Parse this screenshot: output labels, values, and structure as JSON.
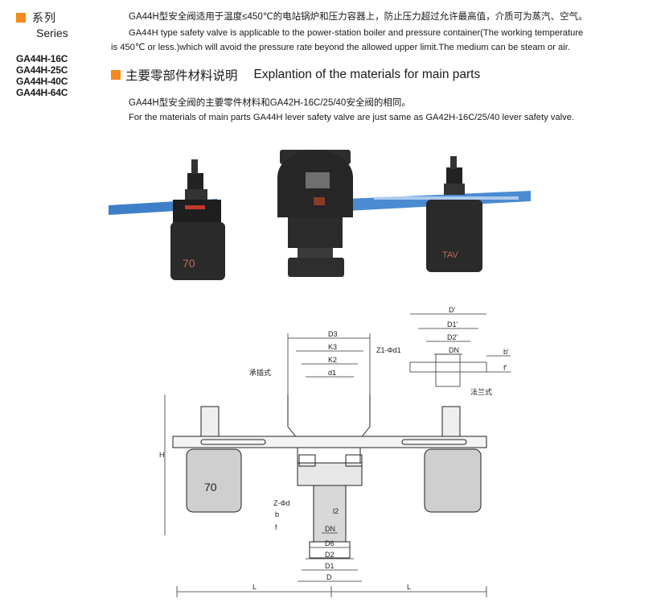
{
  "series": {
    "label_zh": "系列",
    "label_en": "Series",
    "accent_color": "#f28a1c",
    "models": [
      "GA44H-16C",
      "GA44H-25C",
      "GA44H-40C",
      "GA44H-64C"
    ]
  },
  "intro": {
    "line_zh": "GA44H型安全阀适用于温度≤450℃的电站锅炉和压力容器上，防止压力超过允许最高值，介质可为蒸汽、空气。",
    "line_en_1": "GA44H type safety valve is applicable to the power-station boiler and pressure container(The working temperature",
    "line_en_2": "is 450℃ or less.)which will avoid the pressure rate beyond the allowed upper limit.The medium can be steam or air."
  },
  "materials": {
    "heading_zh": "主要零部件材料说明",
    "heading_en": "Explantion of the materials for main parts",
    "line_zh": "GA44H型安全阀的主要零件材料和GA42H-16C/25/40安全阀的相同。",
    "line_en": "For the materials of main parts GA44H lever safety valve are just same as GA42H-16C/25/40 lever safety valve."
  },
  "photo": {
    "left_weight_label": "70",
    "right_weight_label": "TAV",
    "colors": {
      "lever": "#3f7fc8",
      "body": "#252525"
    }
  },
  "drawing": {
    "labels": {
      "d3": "D3",
      "k3": "K3",
      "k2": "K2",
      "d1_small": "d1",
      "socket_type": "承插式",
      "flange_type": "法兰式",
      "d_prime": "D'",
      "d1_prime": "D1'",
      "d2_prime": "D2'",
      "dn_top": "DN",
      "z1_phi_d1": "Z1-Φd1",
      "b_prime": "b'",
      "f_prime": "f'",
      "h": "H",
      "weight_label": "70",
      "z_phi_d": "Z-Φd",
      "b": "b",
      "f": "f",
      "l2": "l2",
      "dn_bottom": "DN",
      "d6": "D6",
      "d2": "D2",
      "d1": "D1",
      "d": "D",
      "l_left": "L",
      "l_right": "L"
    }
  }
}
